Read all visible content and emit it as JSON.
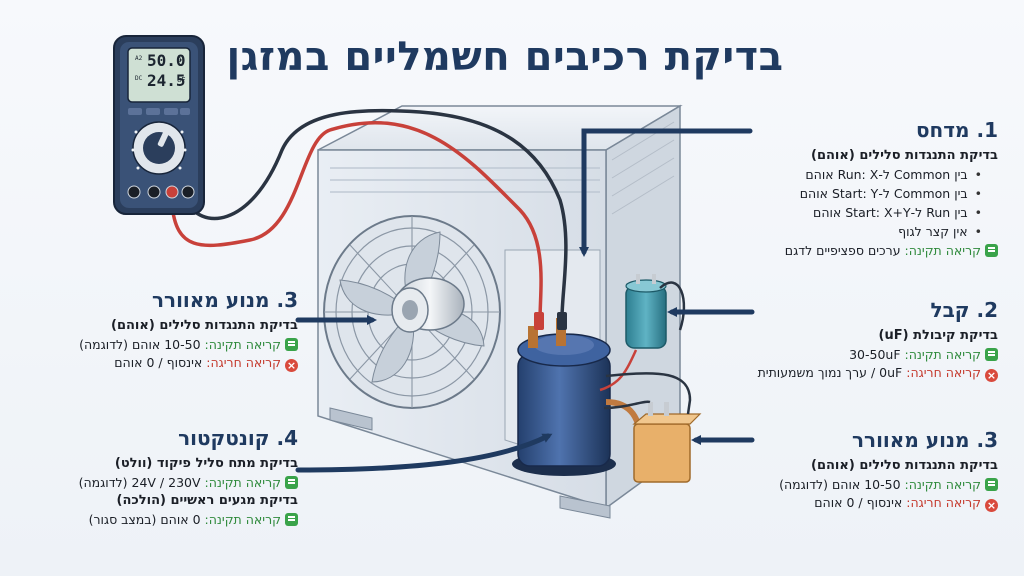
{
  "title": "בדיקת רכיבים חשמליים במזגן",
  "meter": {
    "reading_1": "50.0",
    "unit_1": "Ω",
    "reading_2": "24.5",
    "unit_2": "uF",
    "label_a": "A2",
    "label_b": "DC"
  },
  "compressor": {
    "heading": "1. מדחס",
    "sub": "בדיקת התנגדות סלילים (אוהם)",
    "bullets": [
      "בין Common ל-Run: X אוהם",
      "בין Common ל-Start: Y אוהם",
      "בין Run ל-Start: X+Y אוהם",
      "אין קצר לגוף"
    ],
    "ok_label": "קריאה תקינה:",
    "ok_text": "ערכים ספציפיים לדגם"
  },
  "capacitor": {
    "heading": "2. קבל",
    "sub": "בדיקת קיבולת (uF)",
    "ok_label": "קריאה תקינה:",
    "ok_text": "30-50uF",
    "bad_label": "קריאה חריגה:",
    "bad_text": "0uF / ערך נמוך משמעותית"
  },
  "fan_left": {
    "heading": "3. מנוע מאוורר",
    "sub": "בדיקת התנגדות סלילים (אוהם)",
    "ok_label": "קריאה תקינה:",
    "ok_text": "10-50 אוהם (לדוגמה)",
    "bad_label": "קריאה חריגה:",
    "bad_text": "אינסוף / 0 אוהם"
  },
  "fan_right": {
    "heading": "3. מנוע מאוורר",
    "sub": "בדיקת התנגדות סלילים (אוהם)",
    "ok_label": "קריאה תקינה:",
    "ok_text": "10-50 אוהם (לדוגמה)",
    "bad_label": "קריאה חריגה:",
    "bad_text": "אינסוף / 0 אוהם"
  },
  "contactor": {
    "heading": "4. קונטקטור",
    "sub1": "בדיקת מתח סליל פיקוד (וולט)",
    "ok1_label": "קריאה תקינה:",
    "ok1_text": "24V / 230V (לדוגמה)",
    "sub2": "בדיקת מגעים ראשיים (הולכה)",
    "ok2_label": "קריאה תקינה:",
    "ok2_text": "0 אוהם (במצב סגור)"
  },
  "colors": {
    "title": "#1f3a60",
    "arrow": "#1f3a60",
    "ok": "#2f8a3c",
    "bad": "#c53a2e",
    "compressor": "#2e4f86",
    "capacitor": "#3a8ea0",
    "contactor": "#e3a85a",
    "red_probe": "#c8413a",
    "black_probe": "#2a3442"
  }
}
